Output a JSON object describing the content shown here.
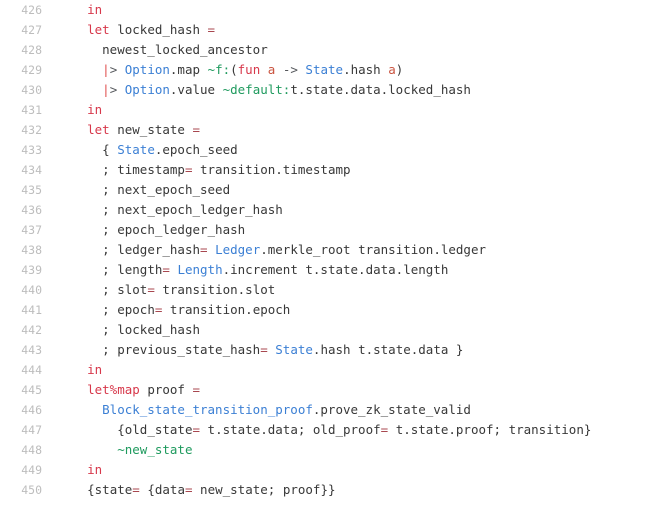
{
  "editor": {
    "language": "ocaml",
    "first_line_number": 426,
    "background_color": "#ffffff",
    "gutter_color": "#bdbdbd",
    "colors": {
      "plain": "#383838",
      "keyword": "#d7384b",
      "module": "#3b7fd4",
      "labelled_arg": "#1f9a5e",
      "pipe": "#e0504f",
      "operator": "#55585c",
      "variable": "#c9533f"
    },
    "lines": [
      {
        "number": "426",
        "indent": "    ",
        "tokens": [
          {
            "text": "in",
            "cls": "t-kw"
          }
        ]
      },
      {
        "number": "427",
        "indent": "    ",
        "tokens": [
          {
            "text": "let",
            "cls": "t-kw"
          },
          {
            "text": " locked_hash ",
            "cls": "t-plain"
          },
          {
            "text": "=",
            "cls": "t-eq"
          }
        ]
      },
      {
        "number": "428",
        "indent": "      ",
        "tokens": [
          {
            "text": "newest_locked_ancestor",
            "cls": "t-plain"
          }
        ]
      },
      {
        "number": "429",
        "indent": "      ",
        "tokens": [
          {
            "text": "|",
            "cls": "t-pipe"
          },
          {
            "text": "> ",
            "cls": "t-op"
          },
          {
            "text": "Option",
            "cls": "t-mod"
          },
          {
            "text": ".map ",
            "cls": "t-plain"
          },
          {
            "text": "~f:",
            "cls": "t-label"
          },
          {
            "text": "(",
            "cls": "t-punct"
          },
          {
            "text": "fun",
            "cls": "t-kw"
          },
          {
            "text": " ",
            "cls": "t-plain"
          },
          {
            "text": "a",
            "cls": "t-var"
          },
          {
            "text": " ",
            "cls": "t-plain"
          },
          {
            "text": "->",
            "cls": "t-op"
          },
          {
            "text": " ",
            "cls": "t-plain"
          },
          {
            "text": "State",
            "cls": "t-mod"
          },
          {
            "text": ".hash ",
            "cls": "t-plain"
          },
          {
            "text": "a",
            "cls": "t-var"
          },
          {
            "text": ")",
            "cls": "t-punct"
          }
        ]
      },
      {
        "number": "430",
        "indent": "      ",
        "tokens": [
          {
            "text": "|",
            "cls": "t-pipe"
          },
          {
            "text": "> ",
            "cls": "t-op"
          },
          {
            "text": "Option",
            "cls": "t-mod"
          },
          {
            "text": ".value ",
            "cls": "t-plain"
          },
          {
            "text": "~default:",
            "cls": "t-label"
          },
          {
            "text": "t.state.data.locked_hash",
            "cls": "t-plain"
          }
        ]
      },
      {
        "number": "431",
        "indent": "    ",
        "tokens": [
          {
            "text": "in",
            "cls": "t-kw"
          }
        ]
      },
      {
        "number": "432",
        "indent": "    ",
        "tokens": [
          {
            "text": "let",
            "cls": "t-kw"
          },
          {
            "text": " new_state ",
            "cls": "t-plain"
          },
          {
            "text": "=",
            "cls": "t-eq"
          }
        ]
      },
      {
        "number": "433",
        "indent": "      ",
        "tokens": [
          {
            "text": "{ ",
            "cls": "t-punct"
          },
          {
            "text": "State",
            "cls": "t-mod"
          },
          {
            "text": ".epoch_seed",
            "cls": "t-plain"
          }
        ]
      },
      {
        "number": "434",
        "indent": "      ",
        "tokens": [
          {
            "text": "; ",
            "cls": "t-punct"
          },
          {
            "text": "timestamp",
            "cls": "t-plain"
          },
          {
            "text": "=",
            "cls": "t-eq"
          },
          {
            "text": " transition.timestamp",
            "cls": "t-plain"
          }
        ]
      },
      {
        "number": "435",
        "indent": "      ",
        "tokens": [
          {
            "text": "; ",
            "cls": "t-punct"
          },
          {
            "text": "next_epoch_seed",
            "cls": "t-plain"
          }
        ]
      },
      {
        "number": "436",
        "indent": "      ",
        "tokens": [
          {
            "text": "; ",
            "cls": "t-punct"
          },
          {
            "text": "next_epoch_ledger_hash",
            "cls": "t-plain"
          }
        ]
      },
      {
        "number": "437",
        "indent": "      ",
        "tokens": [
          {
            "text": "; ",
            "cls": "t-punct"
          },
          {
            "text": "epoch_ledger_hash",
            "cls": "t-plain"
          }
        ]
      },
      {
        "number": "438",
        "indent": "      ",
        "tokens": [
          {
            "text": "; ",
            "cls": "t-punct"
          },
          {
            "text": "ledger_hash",
            "cls": "t-plain"
          },
          {
            "text": "=",
            "cls": "t-eq"
          },
          {
            "text": " ",
            "cls": "t-plain"
          },
          {
            "text": "Ledger",
            "cls": "t-mod"
          },
          {
            "text": ".merkle_root transition.ledger",
            "cls": "t-plain"
          }
        ]
      },
      {
        "number": "439",
        "indent": "      ",
        "tokens": [
          {
            "text": "; ",
            "cls": "t-punct"
          },
          {
            "text": "length",
            "cls": "t-plain"
          },
          {
            "text": "=",
            "cls": "t-eq"
          },
          {
            "text": " ",
            "cls": "t-plain"
          },
          {
            "text": "Length",
            "cls": "t-mod"
          },
          {
            "text": ".increment t.state.data.length",
            "cls": "t-plain"
          }
        ]
      },
      {
        "number": "440",
        "indent": "      ",
        "tokens": [
          {
            "text": "; ",
            "cls": "t-punct"
          },
          {
            "text": "slot",
            "cls": "t-plain"
          },
          {
            "text": "=",
            "cls": "t-eq"
          },
          {
            "text": " transition.slot",
            "cls": "t-plain"
          }
        ]
      },
      {
        "number": "441",
        "indent": "      ",
        "tokens": [
          {
            "text": "; ",
            "cls": "t-punct"
          },
          {
            "text": "epoch",
            "cls": "t-plain"
          },
          {
            "text": "=",
            "cls": "t-eq"
          },
          {
            "text": " transition.epoch",
            "cls": "t-plain"
          }
        ]
      },
      {
        "number": "442",
        "indent": "      ",
        "tokens": [
          {
            "text": "; ",
            "cls": "t-punct"
          },
          {
            "text": "locked_hash",
            "cls": "t-plain"
          }
        ]
      },
      {
        "number": "443",
        "indent": "      ",
        "tokens": [
          {
            "text": "; ",
            "cls": "t-punct"
          },
          {
            "text": "previous_state_hash",
            "cls": "t-plain"
          },
          {
            "text": "=",
            "cls": "t-eq"
          },
          {
            "text": " ",
            "cls": "t-plain"
          },
          {
            "text": "State",
            "cls": "t-mod"
          },
          {
            "text": ".hash t.state.data }",
            "cls": "t-plain"
          }
        ]
      },
      {
        "number": "444",
        "indent": "    ",
        "tokens": [
          {
            "text": "in",
            "cls": "t-kw"
          }
        ]
      },
      {
        "number": "445",
        "indent": "    ",
        "tokens": [
          {
            "text": "let%map",
            "cls": "t-kw"
          },
          {
            "text": " proof ",
            "cls": "t-plain"
          },
          {
            "text": "=",
            "cls": "t-eq"
          }
        ]
      },
      {
        "number": "446",
        "indent": "      ",
        "tokens": [
          {
            "text": "Block_state_transition_proof",
            "cls": "t-mod"
          },
          {
            "text": ".prove_zk_state_valid",
            "cls": "t-plain"
          }
        ]
      },
      {
        "number": "447",
        "indent": "        ",
        "tokens": [
          {
            "text": "{",
            "cls": "t-punct"
          },
          {
            "text": "old_state",
            "cls": "t-plain"
          },
          {
            "text": "=",
            "cls": "t-eq"
          },
          {
            "text": " t.state.data; ",
            "cls": "t-plain"
          },
          {
            "text": "old_proof",
            "cls": "t-plain"
          },
          {
            "text": "=",
            "cls": "t-eq"
          },
          {
            "text": " t.state.proof; transition",
            "cls": "t-plain"
          },
          {
            "text": "}",
            "cls": "t-punct"
          }
        ]
      },
      {
        "number": "448",
        "indent": "        ",
        "tokens": [
          {
            "text": "~new_state",
            "cls": "t-label"
          }
        ]
      },
      {
        "number": "449",
        "indent": "    ",
        "tokens": [
          {
            "text": "in",
            "cls": "t-kw"
          }
        ]
      },
      {
        "number": "450",
        "indent": "    ",
        "tokens": [
          {
            "text": "{",
            "cls": "t-punct"
          },
          {
            "text": "state",
            "cls": "t-plain"
          },
          {
            "text": "=",
            "cls": "t-eq"
          },
          {
            "text": " {",
            "cls": "t-punct"
          },
          {
            "text": "data",
            "cls": "t-plain"
          },
          {
            "text": "=",
            "cls": "t-eq"
          },
          {
            "text": " new_state; proof",
            "cls": "t-plain"
          },
          {
            "text": "}}",
            "cls": "t-punct"
          }
        ]
      }
    ]
  }
}
